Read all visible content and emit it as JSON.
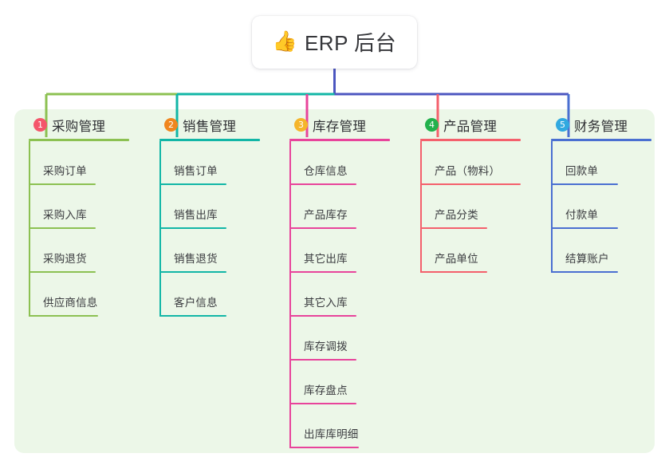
{
  "diagram": {
    "type": "mindmap",
    "root": {
      "icon": "thumbs-up-icon",
      "emoji": "👍",
      "title": "ERP 后台"
    },
    "board_color": "#ecf7e8",
    "stem_color": "#4c56c0",
    "branches": [
      {
        "number": "1",
        "title": "采购管理",
        "badge_color": "#f4566b",
        "line_color": "#8cc152",
        "items": [
          "采购订单",
          "采购入库",
          "采购退货",
          "供应商信息"
        ]
      },
      {
        "number": "2",
        "title": "销售管理",
        "badge_color": "#f0861f",
        "line_color": "#12b6a6",
        "items": [
          "销售订单",
          "销售出库",
          "销售退货",
          "客户信息"
        ]
      },
      {
        "number": "3",
        "title": "库存管理",
        "badge_color": "#f5b52a",
        "line_color": "#e8449b",
        "items": [
          "仓库信息",
          "产品库存",
          "其它出库",
          "其它入库",
          "库存调拨",
          "库存盘点",
          "出库库明细"
        ]
      },
      {
        "number": "4",
        "title": "产品管理",
        "badge_color": "#22b14c",
        "line_color": "#f4606c",
        "items": [
          "产品（物料）",
          "产品分类",
          "产品单位"
        ]
      },
      {
        "number": "5",
        "title": "财务管理",
        "badge_color": "#31a9e0",
        "line_color": "#4a6fd1",
        "items": [
          "回款单",
          "付款单",
          "结算账户"
        ]
      }
    ]
  }
}
